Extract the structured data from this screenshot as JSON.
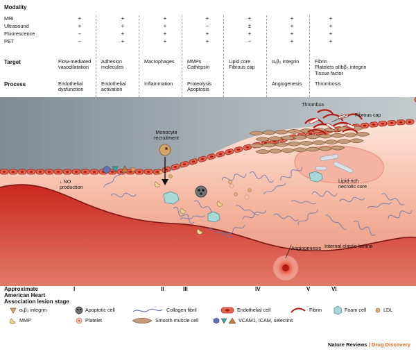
{
  "header": {
    "modality_title": "Modality",
    "modalities": [
      "MRI",
      "Ultrasound",
      "Fluorescence",
      "PET"
    ],
    "target_title": "Target",
    "process_title": "Process"
  },
  "columns": [
    {
      "modality": [
        "+",
        "+",
        "–",
        "–"
      ],
      "target": "Flow-mediated\nvasodilatation",
      "process": "Endothelial\ndysfunction"
    },
    {
      "modality": [
        "+",
        "+",
        "+",
        "+"
      ],
      "target": "Adhesion\nmolecules",
      "process": "Endothelial\nactivation"
    },
    {
      "modality": [
        "+",
        "+",
        "+",
        "+"
      ],
      "target": "Macrophages",
      "process": "Inflammation"
    },
    {
      "modality": [
        "+",
        "–",
        "+",
        "+"
      ],
      "target": "MMPs\nCathepsin",
      "process": "Proteolysis\nApoptosis"
    },
    {
      "modality": [
        "+",
        "±",
        "+",
        "–"
      ],
      "target": "Lipid core\nFibrous cap",
      "process": ""
    },
    {
      "modality": [
        "+",
        "+",
        "+",
        "+"
      ],
      "target": "αᵥβ₃ integrin",
      "process": "Angiogenesis"
    },
    {
      "modality": [
        "+",
        "+",
        "+",
        "+"
      ],
      "target": "Fibrin\nPlatelets αIIbβ₃ integrin\nTissue factor",
      "process": "Thrombosis"
    }
  ],
  "diagram_labels": {
    "thrombus": "Thrombus",
    "fibrous_cap": "Fibrous cap",
    "monocyte": "Monocyte\nrecruitment",
    "no_production": "↓ NO\nproduction",
    "lipid_core": "Lipid-rich\nnecrotic core",
    "internal_elastic": "Internal elastic lamina",
    "angiogenesis": "Angiogenesis"
  },
  "stages": {
    "label": "Approximate\nAmerican Heart\nAssociation lesion stage",
    "numerals": [
      "I",
      "II",
      "III",
      "IV",
      "V",
      "VI"
    ]
  },
  "legend": {
    "integrin": "αᵥβ₃ integrin",
    "apoptotic": "Apoptotic cell",
    "collagen": "Collagen fibril",
    "endothelial": "Endothelial cell",
    "fibrin": "Fibrin",
    "foam": "Foam cell",
    "ldl": "LDL",
    "mmp": "MMP",
    "platelet": "Platelet",
    "smooth_muscle": "Smooth muscle cell",
    "vcam": "VCAM1, ICAM, selectins"
  },
  "footer": {
    "journal": "Nature Reviews",
    "separator": " | ",
    "section": "Drug Discovery"
  },
  "colors": {
    "accent_orange": "#e8641c",
    "vessel_red": "#c8201c",
    "lumen_grey": "#8f9aa2",
    "lipid_pink": "#f2b5a5"
  }
}
